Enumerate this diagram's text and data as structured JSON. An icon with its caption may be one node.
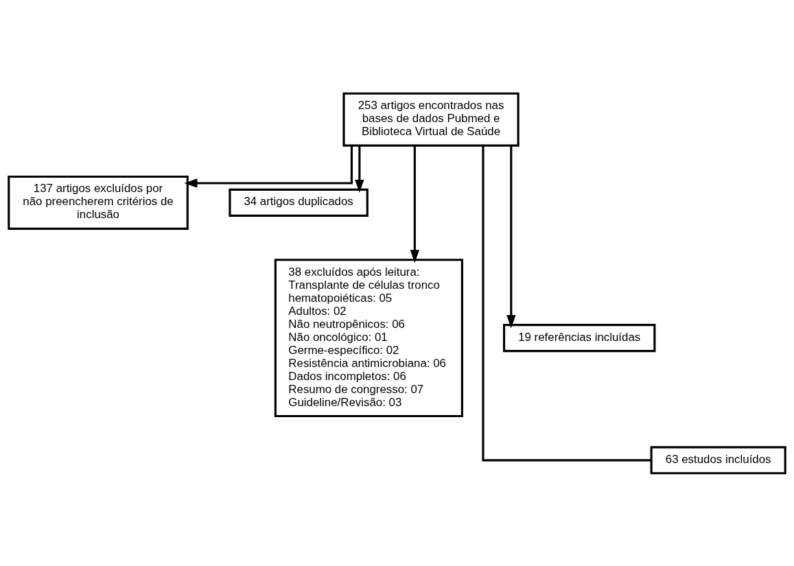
{
  "diagram": {
    "nodes": [
      {
        "text": [
          "253 artigos encontrados nas bases de dados Pubmed e Biblioteca Virtual de Saúde"
        ]
      },
      {
        "text": [
          "137 artigos excluídos por não preencherem critérios de inclusão"
        ]
      },
      {
        "text": [
          "34 artigos duplicados"
        ]
      },
      {
        "text": [
          "38 excluídos após leitura:",
          "Transplante de células tronco hematopoiéticas: 05",
          "Adultos: 02",
          "Não neutropênicos: 06",
          "Não oncológico: 01",
          "Germe-específico: 02",
          "Resistência antimicrobiana: 06",
          "Dados incompletos: 06",
          "Resumo de congresso: 07",
          "Guideline/Revisão: 03"
        ]
      },
      {
        "text": [
          "19 referências incluídas"
        ]
      },
      {
        "text": [
          "63 estudos incluídos"
        ]
      }
    ],
    "edges": [
      {
        "from": 0,
        "to": 1,
        "arrow": "to"
      },
      {
        "from": 0,
        "to": 2,
        "arrow": "to"
      },
      {
        "from": 0,
        "to": 3,
        "arrow": "to"
      },
      {
        "from": 0,
        "to": 4,
        "arrow": "to"
      },
      {
        "from": 0,
        "to": 5,
        "arrow": "none"
      }
    ]
  }
}
